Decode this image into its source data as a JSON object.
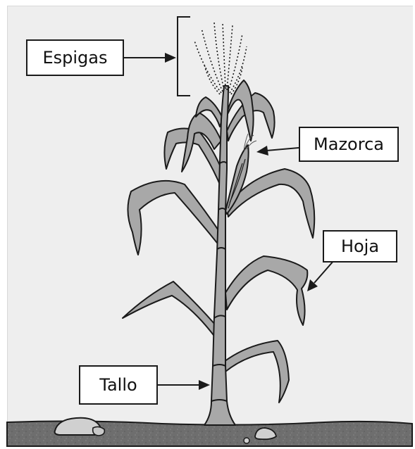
{
  "labels": {
    "espigas": "Espigas",
    "mazorca": "Mazorca",
    "hoja": "Hoja",
    "tallo": "Tallo"
  },
  "colors": {
    "background": "#eeeeee",
    "plant_fill": "#a8a8a8",
    "outline": "#1a1a1a",
    "ground": "#6e6e6e",
    "label_fill": "#ffffff"
  }
}
